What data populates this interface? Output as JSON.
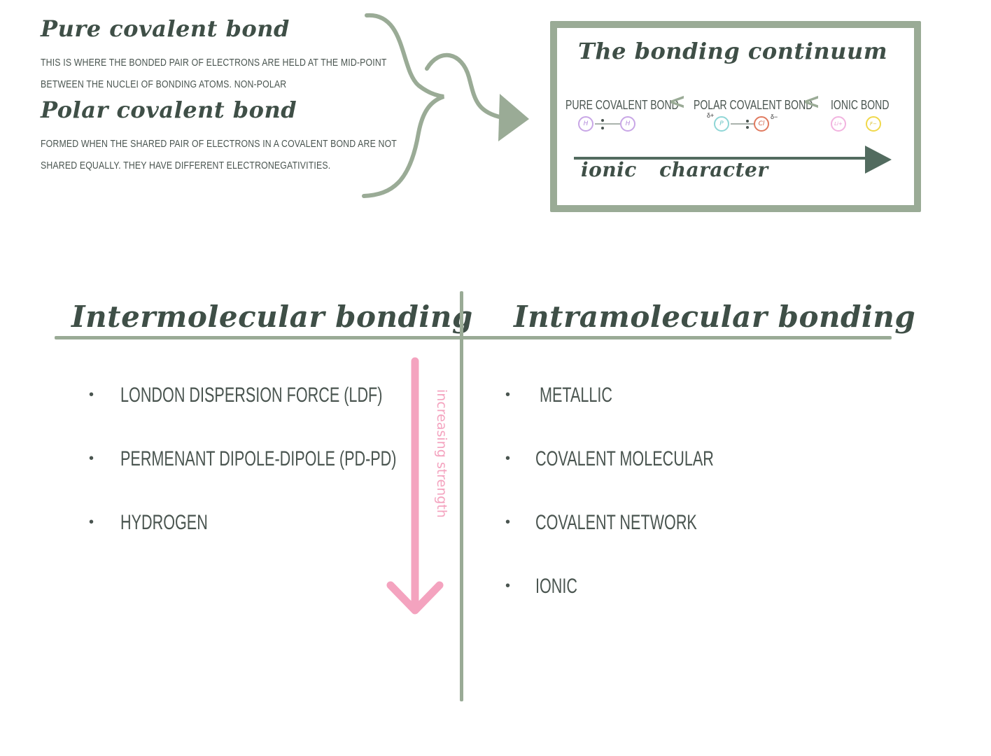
{
  "definitions": {
    "pure": {
      "title": "Pure covalent bond",
      "line1": "THIS IS WHERE THE BONDED PAIR OF ELECTRONS ARE HELD AT THE MID-POINT",
      "line2": "BETWEEN THE NUCLEI OF BONDING ATOMS. NON-POLAR"
    },
    "polar": {
      "title": "Polar covalent bond",
      "line1": "FORMED WHEN THE SHARED PAIR OF ELECTRONS IN A COVALENT BOND ARE NOT",
      "line2": "SHARED EQUALLY. THEY HAVE DIFFERENT ELECTRONEGATIVITIES."
    }
  },
  "continuum": {
    "title": "The bonding continuum",
    "pure_label": "PURE COVALENT BOND",
    "polar_label": "POLAR COVALENT BOND",
    "ionic_label": "IONIC BOND",
    "less_than": "<",
    "arrow_label": "ionic character",
    "atoms": {
      "h1": "H",
      "h2": "H",
      "p": "P",
      "cl": "Cl",
      "delta_plus": "δ+",
      "delta_minus": "δ−",
      "li": "Li+",
      "f": "F−"
    }
  },
  "colors": {
    "sage": "#9aab96",
    "dark_green": "#526b5f",
    "pink": "#f4a3bf"
  },
  "intermolecular": {
    "title": "Intermolecular bonding",
    "items": [
      "LONDON DISPERSION FORCE (LDF)",
      "PERMENANT DIPOLE-DIPOLE (PD-PD)",
      "HYDROGEN"
    ]
  },
  "intramolecular": {
    "title": "Intramolecular bonding",
    "items": [
      "METALLIC",
      "COVALENT MOLECULAR",
      "COVALENT NETWORK",
      "IONIC"
    ]
  },
  "strength_label": "increasing strength",
  "bullet": "•"
}
